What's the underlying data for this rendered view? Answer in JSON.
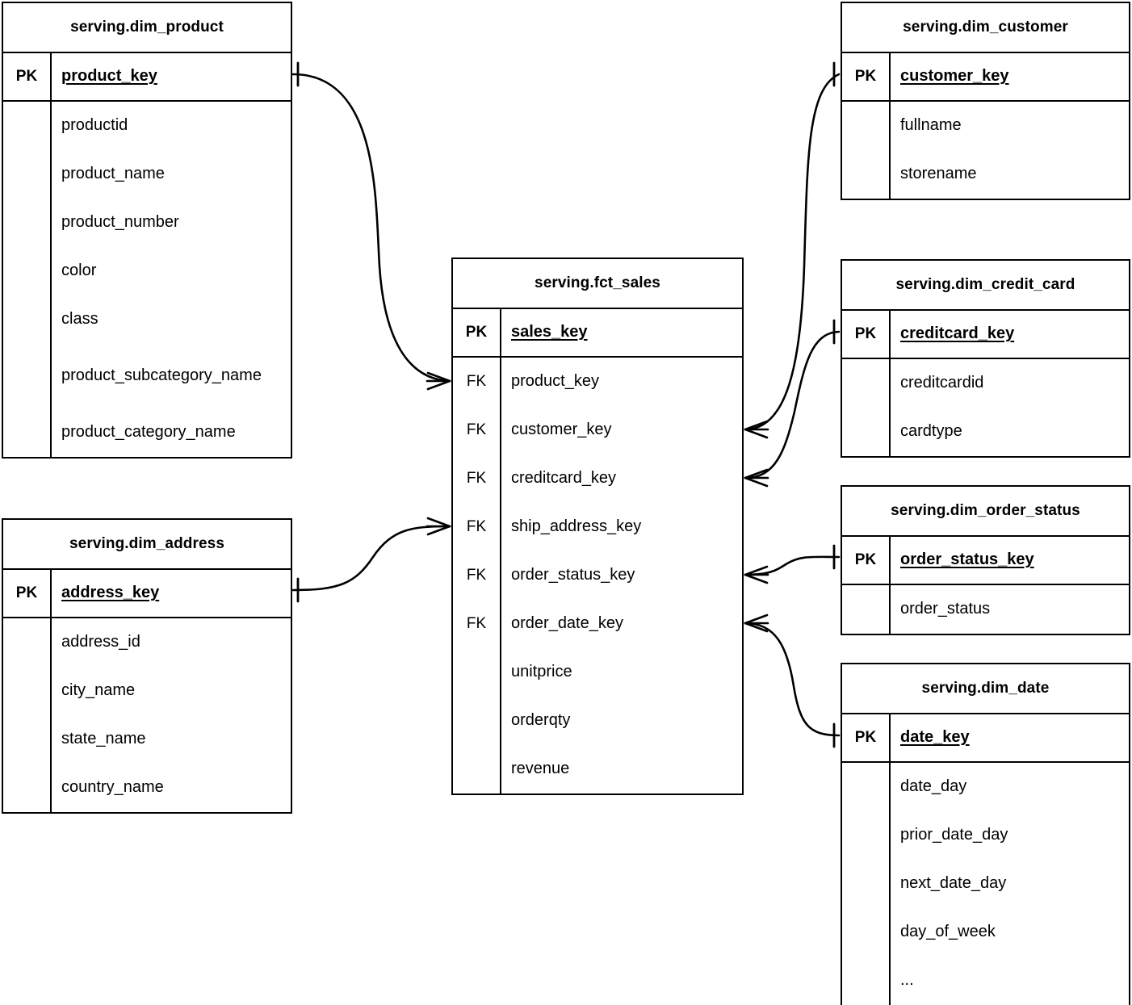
{
  "diagram": {
    "type": "entity-relationship-diagram",
    "notation": "crows-foot",
    "schema": "serving",
    "title": ""
  },
  "entities": [
    {
      "id": "product",
      "name": "serving.dim_product",
      "primary_key": {
        "key_label": "PK",
        "column": "product_key"
      },
      "columns": [
        {
          "key_label": "",
          "column": "productid"
        },
        {
          "key_label": "",
          "column": "product_name"
        },
        {
          "key_label": "",
          "column": "product_number"
        },
        {
          "key_label": "",
          "column": "color"
        },
        {
          "key_label": "",
          "column": "class"
        },
        {
          "key_label": "",
          "column": "product_subcategory_name"
        },
        {
          "key_label": "",
          "column": "product_category_name"
        }
      ]
    },
    {
      "id": "address",
      "name": "serving.dim_address",
      "primary_key": {
        "key_label": "PK",
        "column": "address_key"
      },
      "columns": [
        {
          "key_label": "",
          "column": "address_id"
        },
        {
          "key_label": "",
          "column": "city_name"
        },
        {
          "key_label": "",
          "column": "state_name"
        },
        {
          "key_label": "",
          "column": "country_name"
        }
      ]
    },
    {
      "id": "sales",
      "name": "serving.fct_sales",
      "primary_key": {
        "key_label": "PK",
        "column": "sales_key"
      },
      "columns": [
        {
          "key_label": "FK",
          "column": "product_key"
        },
        {
          "key_label": "FK",
          "column": "customer_key"
        },
        {
          "key_label": "FK",
          "column": "creditcard_key"
        },
        {
          "key_label": "FK",
          "column": "ship_address_key"
        },
        {
          "key_label": "FK",
          "column": "order_status_key"
        },
        {
          "key_label": "FK",
          "column": "order_date_key"
        },
        {
          "key_label": "",
          "column": "unitprice"
        },
        {
          "key_label": "",
          "column": "orderqty"
        },
        {
          "key_label": "",
          "column": "revenue"
        }
      ]
    },
    {
      "id": "customer",
      "name": "serving.dim_customer",
      "primary_key": {
        "key_label": "PK",
        "column": "customer_key"
      },
      "columns": [
        {
          "key_label": "",
          "column": "fullname"
        },
        {
          "key_label": "",
          "column": "storename"
        }
      ]
    },
    {
      "id": "creditcard",
      "name": "serving.dim_credit_card",
      "primary_key": {
        "key_label": "PK",
        "column": "creditcard_key"
      },
      "columns": [
        {
          "key_label": "",
          "column": "creditcardid"
        },
        {
          "key_label": "",
          "column": "cardtype"
        }
      ]
    },
    {
      "id": "orderstatus",
      "name": "serving.dim_order_status",
      "primary_key": {
        "key_label": "PK",
        "column": "order_status_key"
      },
      "columns": [
        {
          "key_label": "",
          "column": "order_status"
        }
      ]
    },
    {
      "id": "date",
      "name": "serving.dim_date",
      "primary_key": {
        "key_label": "PK",
        "column": "date_key"
      },
      "columns": [
        {
          "key_label": "",
          "column": "date_day"
        },
        {
          "key_label": "",
          "column": "prior_date_day"
        },
        {
          "key_label": "",
          "column": "next_date_day"
        },
        {
          "key_label": "",
          "column": "day_of_week"
        },
        {
          "key_label": "",
          "column": "..."
        }
      ]
    }
  ],
  "relationships": [
    {
      "id": "rel-product-sales",
      "from_entity": "serving.dim_product",
      "from_column": "product_key",
      "from_cardinality": "one",
      "to_entity": "serving.fct_sales",
      "to_column": "product_key",
      "to_cardinality": "many"
    },
    {
      "id": "rel-address-sales",
      "from_entity": "serving.dim_address",
      "from_column": "address_key",
      "from_cardinality": "one",
      "to_entity": "serving.fct_sales",
      "to_column": "ship_address_key",
      "to_cardinality": "many"
    },
    {
      "id": "rel-sales-customer",
      "from_entity": "serving.fct_sales",
      "from_column": "customer_key",
      "from_cardinality": "many",
      "to_entity": "serving.dim_customer",
      "to_column": "customer_key",
      "to_cardinality": "one"
    },
    {
      "id": "rel-sales-creditcard",
      "from_entity": "serving.fct_sales",
      "from_column": "creditcard_key",
      "from_cardinality": "many",
      "to_entity": "serving.dim_credit_card",
      "to_column": "creditcard_key",
      "to_cardinality": "one"
    },
    {
      "id": "rel-sales-orderstatus",
      "from_entity": "serving.fct_sales",
      "from_column": "order_status_key",
      "from_cardinality": "many",
      "to_entity": "serving.dim_order_status",
      "to_column": "order_status_key",
      "to_cardinality": "one"
    },
    {
      "id": "rel-sales-date",
      "from_entity": "serving.fct_sales",
      "from_column": "order_date_key",
      "from_cardinality": "many",
      "to_entity": "serving.dim_date",
      "to_column": "date_key",
      "to_cardinality": "one"
    }
  ],
  "colors": {
    "background": "#ffffff",
    "line": "#000000",
    "text": "#000000",
    "border": "#000000"
  }
}
